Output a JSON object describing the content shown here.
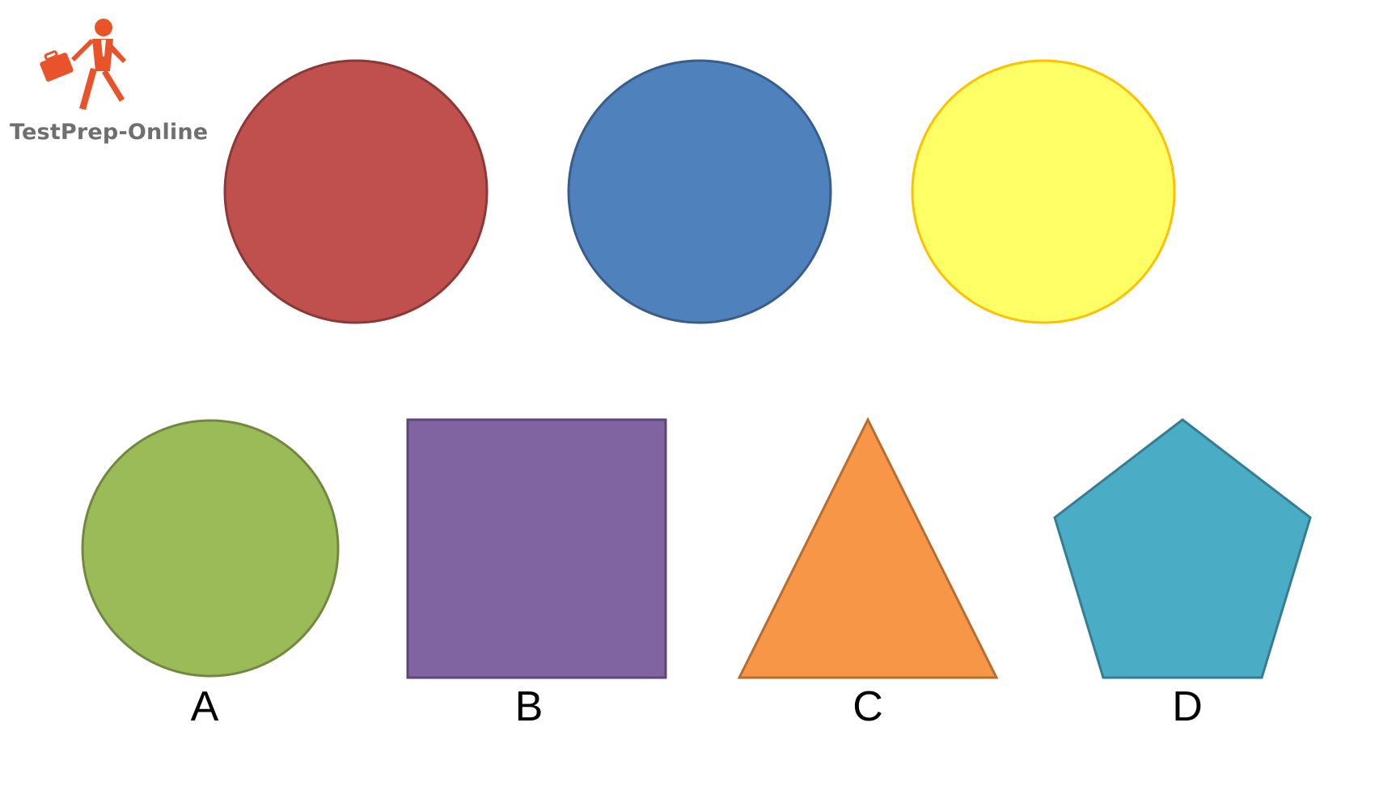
{
  "brand": {
    "name": "TestPrep-Online",
    "logo_icon": "running-businessman-icon",
    "logo_color": "#e8532a"
  },
  "question_row": {
    "shapes": [
      {
        "shape": "circle",
        "fill": "#c0504d",
        "stroke": "#8c3836"
      },
      {
        "shape": "circle",
        "fill": "#4f81bd",
        "stroke": "#385d8a"
      },
      {
        "shape": "circle",
        "fill": "#ffff66",
        "stroke": "#ffc000"
      }
    ]
  },
  "options": [
    {
      "label": "A",
      "shape": "circle",
      "fill": "#9bbb59",
      "stroke": "#71893f"
    },
    {
      "label": "B",
      "shape": "square",
      "fill": "#8064a2",
      "stroke": "#5c4776"
    },
    {
      "label": "C",
      "shape": "triangle",
      "fill": "#f79646",
      "stroke": "#b66d31"
    },
    {
      "label": "D",
      "shape": "pentagon",
      "fill": "#4bacc6",
      "stroke": "#357d91"
    }
  ]
}
